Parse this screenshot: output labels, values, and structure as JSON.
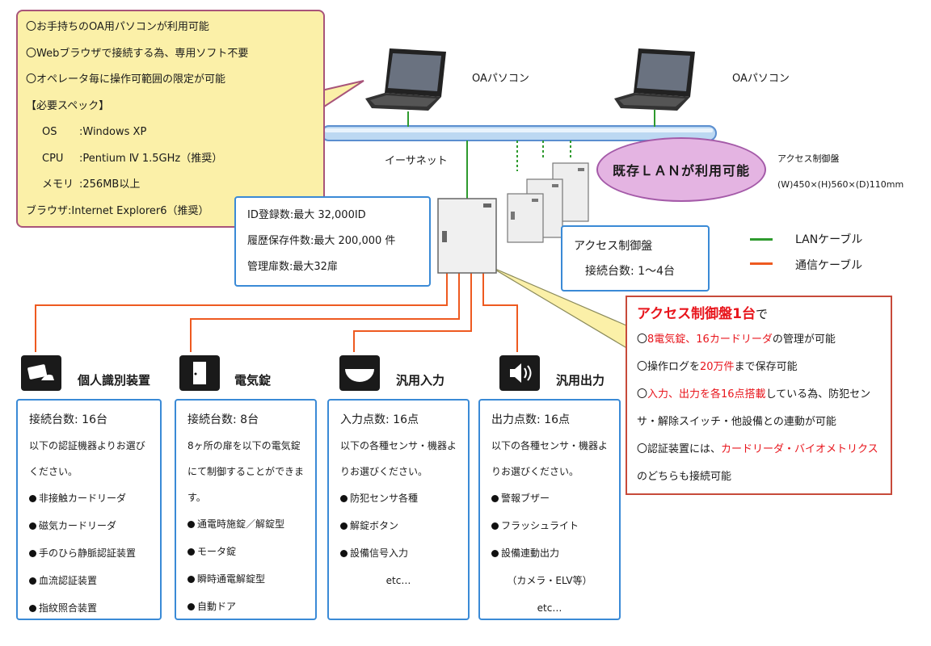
{
  "colors": {
    "lan_cable": "#2e9a2e",
    "comm_cable": "#ee5a20",
    "box_border": "#3a8ad6",
    "highlight": "#e8151c",
    "bubble_fill": "#fbf0a8"
  },
  "bubble": {
    "benefits": [
      "〇お手持ちのOA用パソコンが利用可能",
      "〇Webブラウザで接続する為、専用ソフト不要",
      "〇オペレータ毎に操作可範囲の限定が可能"
    ],
    "spec_title": "【必要スペック】",
    "specs": [
      {
        "label": "OS",
        "value": ":Windows XP"
      },
      {
        "label": "CPU",
        "value": ":Pentium Ⅳ 1.5GHz（推奨）"
      },
      {
        "label": "メモリ",
        "value": ":256MB以上"
      }
    ],
    "browser": "ブラウザ:Internet Explorer6（推奨）"
  },
  "network": {
    "pc_label": "OAパソコン",
    "ethernet_label": "イーサネット",
    "existing_lan": "既存ＬＡＮが利用可能",
    "panel_label": "アクセス制御盤",
    "panel_dims": "(W)450×(H)560×(D)110mm"
  },
  "controller_spec": {
    "lines": [
      "ID登録数:最大 32,000ID",
      "履歴保存件数:最大 200,000 件",
      "管理扉数:最大32扉"
    ]
  },
  "panel_count": {
    "title": "アクセス制御盤",
    "count": "接続台数: 1～4台"
  },
  "legend": {
    "lan": "LANケーブル",
    "comm": "通信ケーブル"
  },
  "feature_box": {
    "title": "アクセス制御盤1台",
    "title_suffix": "で",
    "l1_pre": "〇",
    "l1_hl": "8電気錠、16カードリーダ",
    "l1_post": "の管理が可能",
    "l2_pre": "〇操作ログを",
    "l2_hl": "20万件",
    "l2_post": "まで保存可能",
    "l3_pre": "〇",
    "l3_hl": "入力、出力を各16点搭載",
    "l3_post": "している為、防犯セン",
    "l4": "サ・解除スイッチ・他設備との連動が可能",
    "l5_pre": "〇認証装置には、",
    "l5_hl": "カードリーダ・バイオメトリクス",
    "l6": "のどちらも接続可能"
  },
  "categories": [
    {
      "icon": "card-reader-icon",
      "title": "個人識別装置",
      "head": "接続台数: 16台",
      "desc": [
        "以下の認証機器よりお選び",
        "ください。"
      ],
      "items": [
        "非接触カードリーダ",
        "磁気カードリーダ",
        "手のひら静脈認証装置",
        "血流認証装置",
        "指紋照合装置"
      ],
      "footer": ""
    },
    {
      "icon": "door-icon",
      "title": "電気錠",
      "head": "接続台数: 8台",
      "desc": [
        "8ヶ所の扉を以下の電気錠",
        "にて制御することができま",
        "す。"
      ],
      "items": [
        "通電時施錠／解錠型",
        "モータ錠",
        "瞬時通電解錠型",
        "自動ドア"
      ],
      "footer": ""
    },
    {
      "icon": "sensor-dome-icon",
      "title": "汎用入力",
      "head": "入力点数: 16点",
      "desc": [
        "以下の各種センサ・機器よ",
        "りお選びください。"
      ],
      "items": [
        "防犯センサ各種",
        "解錠ボタン",
        "設備信号入力"
      ],
      "footer": "etc…"
    },
    {
      "icon": "speaker-icon",
      "title": "汎用出力",
      "head": "出力点数: 16点",
      "desc": [
        "以下の各種センサ・機器よ",
        "りお選びください。"
      ],
      "items": [
        "警報ブザー",
        "フラッシュライト",
        "設備連動出力"
      ],
      "sub": "（カメラ・ELV等）",
      "footer": "etc…"
    }
  ]
}
